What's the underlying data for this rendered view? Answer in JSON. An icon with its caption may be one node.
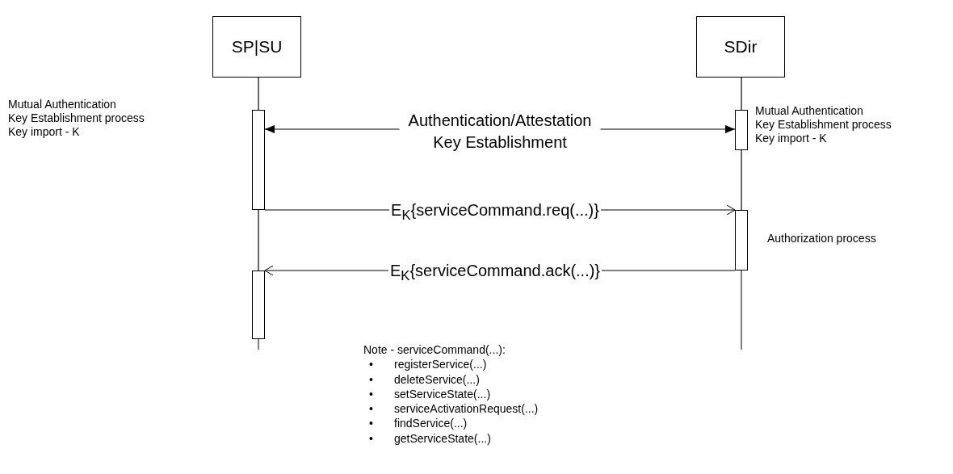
{
  "diagram": {
    "nodes": [
      {
        "text": [
          "SP|SU"
        ]
      },
      {
        "text": [
          "SDir"
        ]
      },
      {
        "text": [],
        "shape": "bar",
        "beside": [
          "Mutual Authentication",
          "Key Establishment process",
          "Key import - K"
        ]
      },
      {
        "text": [],
        "shape": "bar",
        "beside": [
          "Mutual Authentication",
          "Key Establishment process",
          "Key import - K"
        ]
      },
      {
        "text": [],
        "shape": "bar",
        "beside": [
          "Authorization process"
        ]
      },
      {
        "text": [],
        "shape": "bar"
      }
    ],
    "edges": [
      {
        "from": 0,
        "to": 2,
        "arrow": "none"
      },
      {
        "from": 2,
        "to": 5,
        "arrow": "none"
      },
      {
        "from": 1,
        "to": 3,
        "arrow": "none"
      },
      {
        "from": 3,
        "to": 4,
        "arrow": "none"
      },
      {
        "from": 2,
        "to": 3,
        "arrow": "both",
        "label": "Authentication/Attestation Key Establishment"
      },
      {
        "from": 2,
        "to": 4,
        "arrow": "to",
        "label": "E$_{K}${serviceCommand.req(...)}"
      },
      {
        "from": 4,
        "to": 5,
        "arrow": "to",
        "label": "E$_{K}${serviceCommand.ack(...)}"
      }
    ],
    "labels": [
      "Note - serviceCommand(...):",
      "•",
      "registerService(...)",
      "•",
      "deleteService(...)",
      "•",
      "setServiceState(...)",
      "•",
      "serviceActivationRequest(...)",
      "•",
      "findService(...)",
      "•",
      "getServiceState(...)"
    ]
  }
}
